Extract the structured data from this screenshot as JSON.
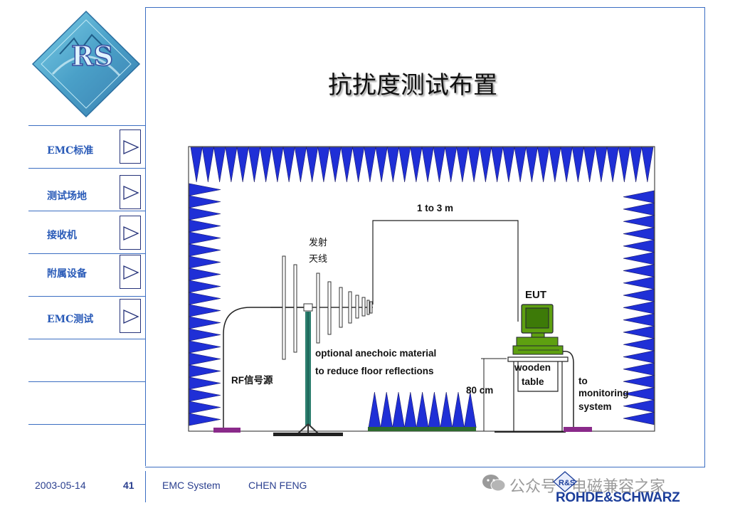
{
  "slide": {
    "title": "抗扰度测试布置"
  },
  "sidebar": {
    "items": [
      {
        "label": "EMC标准"
      },
      {
        "label": "测试场地"
      },
      {
        "label": "接收机"
      },
      {
        "label": "附属设备"
      },
      {
        "label": "EMC测试"
      }
    ]
  },
  "diagram": {
    "distance_label": "1 to 3 m",
    "antenna_label_line1": "发射",
    "antenna_label_line2": "天线",
    "eut_label": "EUT",
    "absorber_note_line1": "optional anechoic material",
    "absorber_note_line2": "to reduce floor reflections",
    "rf_source_label": "RF信号源",
    "height_label": "80 cm",
    "table_label_line1": "wooden",
    "table_label_line2": "table",
    "monitor_label_line1": "to",
    "monitor_label_line2": "monitoring",
    "monitor_label_line3": "system"
  },
  "footer": {
    "date": "2003-05-14",
    "page": "41",
    "course": "EMC System",
    "author": "CHEN FENG",
    "brand": "ROHDE&SCHWARZ",
    "brand_logo_letters": "R&S",
    "logo_letters": "RS"
  },
  "watermark": {
    "text": "公众号 · 电磁兼容之家",
    "icon": "wechat-icon"
  },
  "colors": {
    "absorber_blue": "#1f2fd6",
    "frame_blue": "#3b6ec2",
    "nav_text": "#2a5bb8",
    "eut_green": "#5ea010",
    "floor_patch": "#8a2a8a"
  }
}
